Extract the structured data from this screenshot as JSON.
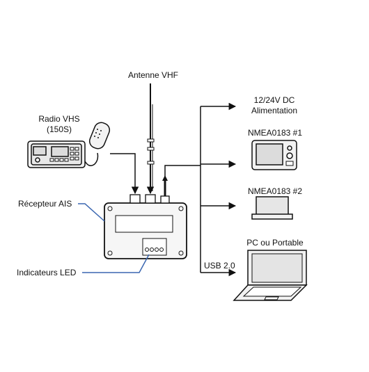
{
  "labels": {
    "antenna": "Antenne VHF",
    "radio_line1": "Radio VHS",
    "radio_line2": "(150S)",
    "receiver": "Récepteur AIS",
    "leds": "Indicateurs LED",
    "power_line1": "12/24V DC",
    "power_line2": "Alimentation",
    "nmea1": "NMEA0183 #1",
    "nmea2": "NMEA0183 #2",
    "pc": "PC ou Portable",
    "usb": "USB 2.0"
  },
  "colors": {
    "line": "#111111",
    "leader": "#3a66b0",
    "device_fill": "#f2f2f2",
    "screen_fill": "#dcdcdc"
  }
}
